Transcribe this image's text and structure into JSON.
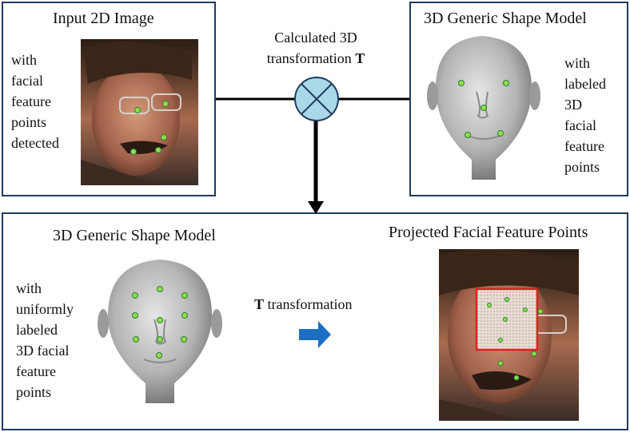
{
  "top_left": {
    "title": "Input 2D Image",
    "desc": [
      "with",
      "facial",
      "feature",
      "points",
      "detected"
    ]
  },
  "top_right": {
    "title": "3D Generic Shape Model",
    "desc": [
      "with",
      "labeled",
      "3D",
      "facial",
      "feature",
      "points"
    ]
  },
  "center": {
    "label_line1": "Calculated 3D",
    "label_line2_prefix": "transformation ",
    "label_line2_bold": "T"
  },
  "bottom_left": {
    "title": "3D Generic Shape Model",
    "desc": [
      "with",
      "uniformly",
      "labeled",
      "3D facial",
      "feature",
      "points"
    ]
  },
  "bottom_middle": {
    "label_bold": "T",
    "label_rest": " transformation"
  },
  "bottom_right": {
    "title": "Projected Facial Feature Points"
  },
  "colors": {
    "panel_border": "#1f3a5f",
    "feature_point": "#8be04a",
    "operator_fill": "#a9d8e6",
    "arrow_blue": "#1a6fc2",
    "roi_box": "#e02020"
  }
}
